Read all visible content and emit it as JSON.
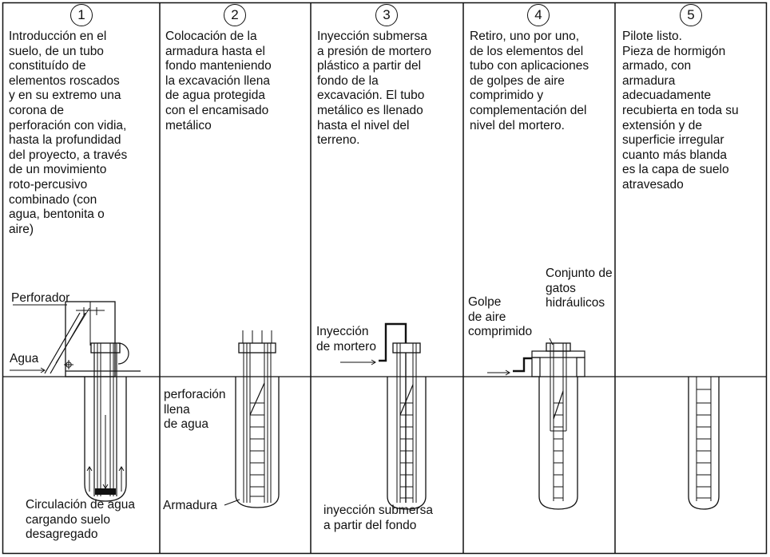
{
  "steps": [
    {
      "number": "1",
      "text": "Introducción en el\nsuelo, de un tubo\nconstituído de\nelementos roscados\ny en su extremo una\ncorona de\nperforación con vidia,\nhasta la profundidad\ndel proyecto, a través\nde un movimiento\nroto-percusivo\ncombinado (con\nagua, bentonita o\naire)"
    },
    {
      "number": "2",
      "text": "Colocación de la\narmadura hasta el\nfondo manteniendo\nla excavación llena\nde agua protegida\ncon el encamisado\nmetálico"
    },
    {
      "number": "3",
      "text": "Inyección submersa\na presión de mortero\nplástico a partir del\nfondo de la\nexcavación.  El tubo\nmetálico es llenado\nhasta el nivel del\nterreno."
    },
    {
      "number": "4",
      "text": "Retiro, uno por uno,\nde los elementos del\ntubo con aplicaciones\nde golpes de aire\ncomprimido y\ncomplementación del\nnivel del mortero."
    },
    {
      "number": "5",
      "text": "Pilote listo.\nPieza de hormigón\narmado, con\narmadura\nadecuadamente\nrecubierta en toda su\nextensión y de\nsuperficie irregular\ncuanto más blanda\nes la capa de suelo\natravesado"
    }
  ],
  "labels": {
    "perforador": "Perforador",
    "agua": "Agua",
    "circulacion": "Circulación de agua\ncargando suelo\ndesagregado",
    "perforacion_llena": "perforación\nllena\nde agua",
    "armadura": "Armadura",
    "inyeccion_mortero": "Inyección\nde mortero",
    "inyeccion_submersa": "inyección submersa\na partir del fondo",
    "golpe_aire": "Golpe\nde aire\ncomprimido",
    "conjunto_gatos": "Conjunto de\ngatos\nhidráulicos"
  }
}
